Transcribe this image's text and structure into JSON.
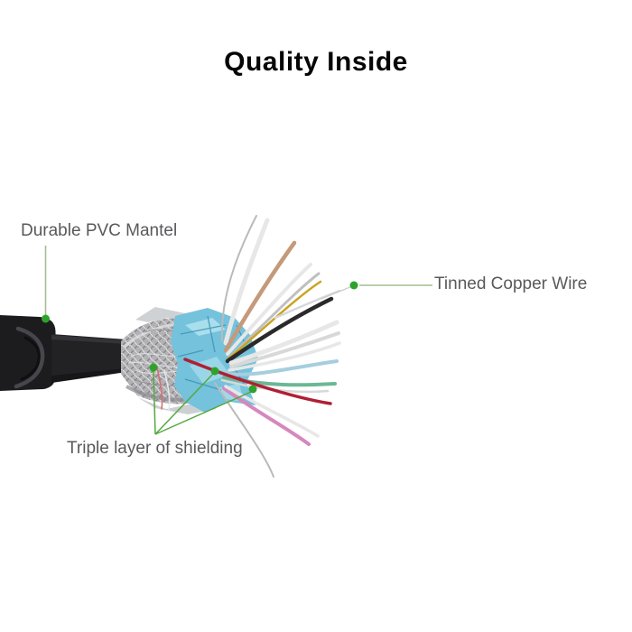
{
  "title": "Quality Inside",
  "annotations": {
    "pvc_label": "Durable PVC Mantel",
    "copper_label": "Tinned Copper Wire",
    "shielding_label": "Triple layer of shielding"
  },
  "colors": {
    "background": "#ffffff",
    "title_text": "#060606",
    "label_text": "#58595b",
    "leader_line_soft": "#a2bd90",
    "leader_line": "#55a83f",
    "leader_dot": "#2da32b",
    "connector": "#1c1c1f",
    "connector_ridge": "#46464c",
    "connector_ridge_shadow": "#0f0f11",
    "strain_relief": "#222225",
    "braid": "#b2b2b5",
    "braid_dark": "#8c8c90",
    "braid_light": "#e0e0e3",
    "mylar": "#ccd0d3",
    "foil": "#74c2dc",
    "foil_light": "#bbe7f3",
    "foil_dark": "#3e92b4",
    "wire_white": "#e7e7e7",
    "wire_white_dim": "#d8d8d8",
    "wire_gray": "#c0c0c2",
    "wire_gray_thin": "#bababc",
    "wire_tan": "#c49a7a",
    "wire_yellow": "#c9a41f",
    "wire_black": "#2a2a2c",
    "wire_blue": "#a6cede",
    "wire_teal": "#6cb795",
    "wire_red": "#b01f35",
    "wire_pink": "#d687bd",
    "wire_strand_red": "#d47076",
    "wire_bare": "#c9c9c9"
  }
}
